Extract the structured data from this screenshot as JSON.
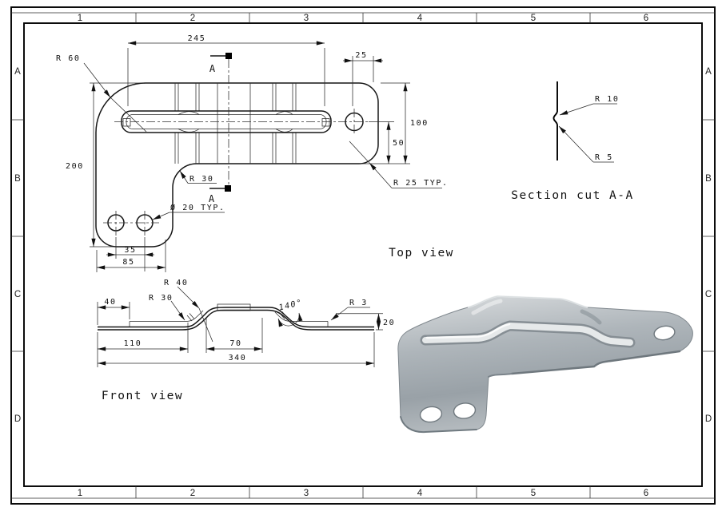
{
  "sheet": {
    "cols": [
      "1",
      "2",
      "3",
      "4",
      "5",
      "6"
    ],
    "rows": [
      "A",
      "B",
      "C",
      "D"
    ]
  },
  "top_view": {
    "title": "Top view",
    "section_label": "A",
    "dim_245": "245",
    "dim_25": "25",
    "dim_200": "200",
    "dim_100": "100",
    "dim_50": "50",
    "dim_35": "35",
    "dim_85": "85",
    "r60": "R 60",
    "r30": "R 30",
    "dia20": "Ø 20 TYP.",
    "r25": "R 25 TYP."
  },
  "front_view": {
    "title": "Front view",
    "dim_40": "40",
    "dim_110": "110",
    "dim_70": "70",
    "dim_340": "340",
    "dim_20": "20",
    "r30": "R 30",
    "r40": "R 40",
    "r3": "R 3",
    "angle": "140°"
  },
  "section_view": {
    "title": "Section cut A-A",
    "r10": "R 10",
    "r5": "R 5"
  },
  "colors": {
    "line": "#161616",
    "metal_light": "#d6dadc",
    "metal_mid": "#a7aeb3",
    "metal_dark": "#8d959b"
  }
}
